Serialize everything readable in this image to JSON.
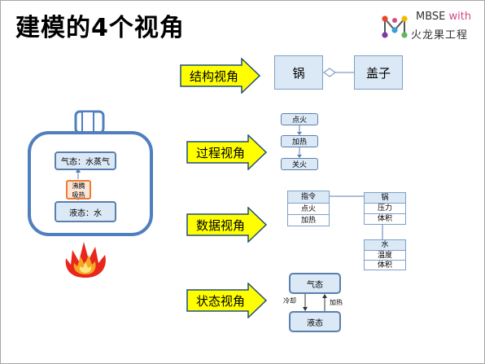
{
  "title": "建模的4个视角",
  "logo": {
    "line1_prefix": "MBSE ",
    "line1_with": "with",
    "line2": "火龙果工程",
    "dot_colors": [
      "#e8452c",
      "#f5b800",
      "#3aa0d8",
      "#7b3aa8",
      "#5cb85c",
      "#d04b87"
    ]
  },
  "colors": {
    "arrow_fill": "#ffff00",
    "box_fill": "#dbe8f6",
    "box_border": "#5b7fae",
    "kettle_border": "#4f7fbf"
  },
  "illustration": {
    "state_top": "气态：水蒸气",
    "state_bottom": "液态：水",
    "transition_top": "沸腾",
    "transition_bottom": "吸热",
    "flame_icon": "fire-icon"
  },
  "views": {
    "structure": {
      "label": "结构视角",
      "pot": "锅",
      "lid": "盖子"
    },
    "process": {
      "label": "过程视角",
      "steps": [
        "点火",
        "加热",
        "关火"
      ]
    },
    "data": {
      "label": "数据视角",
      "command": {
        "name": "指令",
        "items": [
          "点火",
          "加热"
        ]
      },
      "pot": {
        "name": "锅",
        "attrs": [
          "压力",
          "体积"
        ]
      },
      "water": {
        "name": "水",
        "attrs": [
          "温度",
          "体积"
        ]
      }
    },
    "state": {
      "label": "状态视角",
      "top": "气态",
      "bottom": "液态",
      "left_transition": "冷却",
      "right_transition": "加热"
    }
  }
}
